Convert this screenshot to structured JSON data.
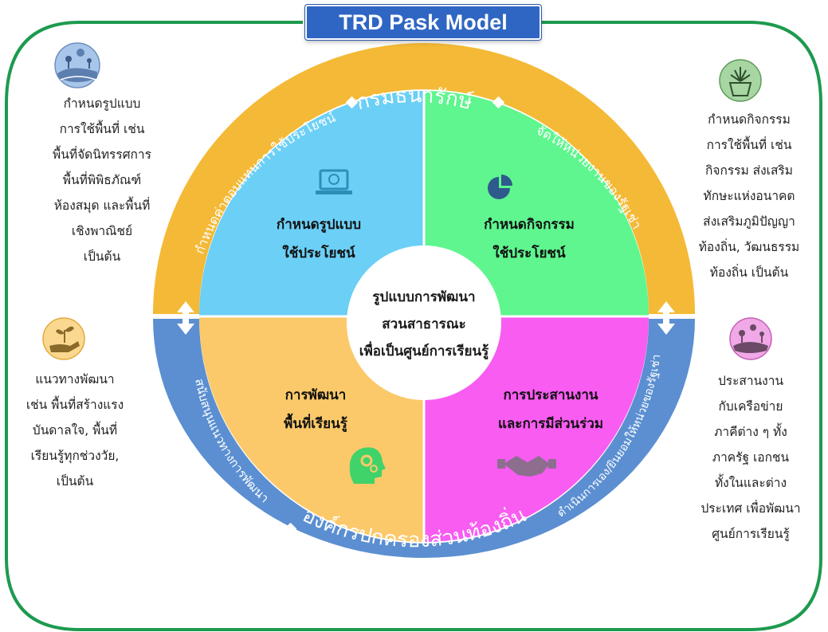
{
  "title": "TRD Pask Model",
  "colors": {
    "frame_green": "#1d9a4f",
    "ring_top": "#f4b936",
    "ring_bottom": "#5b8fd1",
    "quadrant_top_left": "#6ccff6",
    "quadrant_top_right": "#5ff58f",
    "quadrant_bottom_left": "#fbc96a",
    "quadrant_bottom_right": "#f85cf1",
    "badge": "#2f66c4"
  },
  "center_text": [
    "รูปแบบการพัฒนา",
    "สวนสาธารณะ",
    "เพื่อเป็นศูนย์การเรียนรู้"
  ],
  "quadrants": {
    "top_left": [
      "กำหนดรูปแบบ",
      "ใช้ประโยชน์"
    ],
    "top_right": [
      "กำหนดกิจกรรม",
      "ใช้ประโยชน์"
    ],
    "bottom_left": [
      "การพัฒนา",
      "พื้นที่เรียนรู้"
    ],
    "bottom_right": [
      "การประสานงาน",
      "และการมีส่วนร่วม"
    ]
  },
  "quadrant_icons": {
    "top_left": "laptop-icon",
    "top_right": "pie-chart-icon",
    "bottom_left": "head-gears-icon",
    "bottom_right": "handshake-icon"
  },
  "ring_labels": {
    "top_main": "กรมธนารักษ์",
    "top_left_arc": "กำหนดค่าตอบแทนการใช้ประโยชน์",
    "top_right_arc": "จัดให้หน่วยงานของรัฐเช่า",
    "bottom_main": "องค์กรปกครองส่วนท้องถิ่น",
    "bottom_left_arc": "สนับสนุนแนวทางการพัฒนา",
    "bottom_right_arc": "ดำเนินการเอง/ยินยอมให้หน่วยของรัฐเช่า"
  },
  "side_notes": {
    "top_left": [
      "กำหนดรูปแบบ",
      "การใช้พื้นที่ เช่น",
      "พื้นที่จัดนิทรรศการ",
      "พื้นที่พิพิธภัณฑ์",
      "ห้องสมุด และพื้นที่",
      "เชิงพาณิชย์",
      "เป็นต้น"
    ],
    "bottom_left": [
      "แนวทางพัฒนา",
      "เช่น พื้นที่สร้างแรง",
      "บันดาลใจ, พื้นที่",
      "เรียนรู้ทุกช่วงวัย,",
      "เป็นต้น"
    ],
    "top_right": [
      "กำหนดกิจกรรม",
      "การใช้พื้นที่ เช่น",
      "กิจกรรม ส่งเสริม",
      "ทักษะแห่งอนาคต",
      "ส่งเสริมภูมิปัญญา",
      "ท้องถิ่น, วัฒนธรรม",
      "ท้องถิ่น เป็นต้น"
    ],
    "bottom_right": [
      "ประสานงาน",
      "กับเครือข่าย",
      "ภาคีต่าง ๆ ทั้ง",
      "ภาครัฐ เอกชน",
      "ทั้งในและต่าง",
      "ประเทศ เพื่อพัฒนา",
      "ศูนย์การเรียนรู้"
    ]
  },
  "side_icons": {
    "top_left": "landscape-sun-icon",
    "bottom_left": "hand-plant-icon",
    "top_right": "potted-plant-icon",
    "bottom_right": "landscape-trees-icon"
  }
}
